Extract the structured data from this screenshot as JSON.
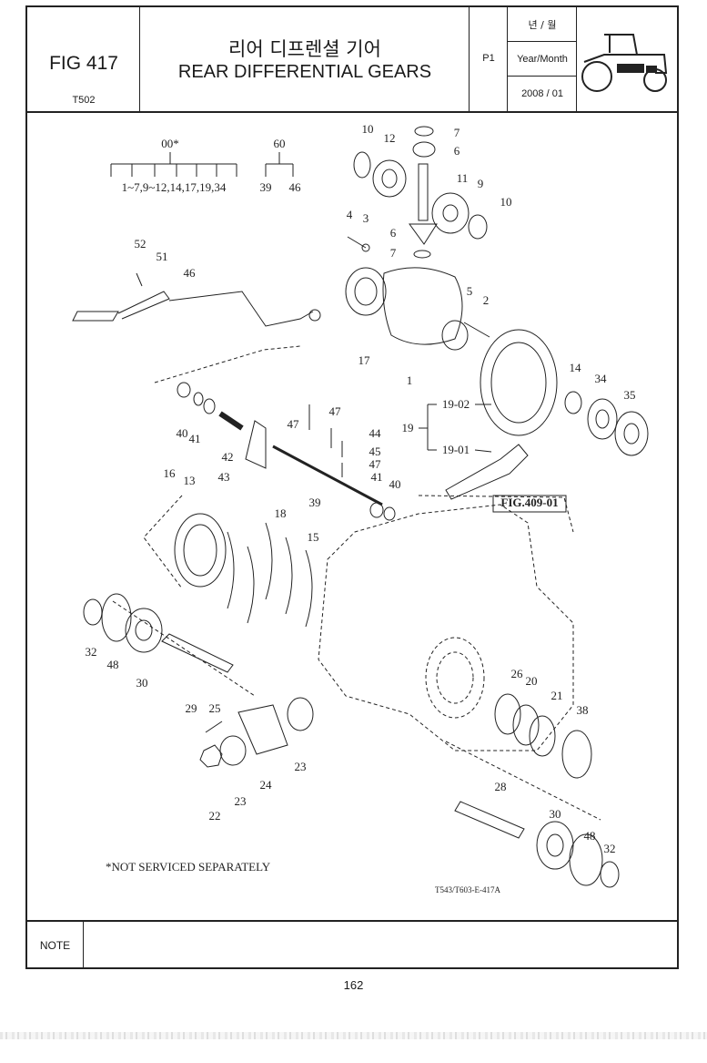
{
  "header": {
    "fig_label": "FIG 417",
    "model": "T502",
    "title_kr": "리어 디프렌셜 기어",
    "title_en": "REAR DIFFERENTIAL GEARS",
    "page_code": "P1",
    "year_month_kr": "년 / 월",
    "year_month_label": "Year/Month",
    "date": "2008 / 01"
  },
  "diagram": {
    "group_00": {
      "label": "00*",
      "range": "1~7,9~12,14,17,19,34"
    },
    "group_60": {
      "label": "60",
      "items": [
        "39",
        "46"
      ]
    },
    "group_19": {
      "label": "19",
      "sub1": "19-02",
      "sub2": "19-01"
    },
    "fig_ref": "FIG.409-01",
    "footnote": "*NOT SERVICED SEPARATELY",
    "drawing_code": "T543/T603-E-417A",
    "callouts": [
      {
        "id": "c-10a",
        "text": "10"
      },
      {
        "id": "c-12",
        "text": "12"
      },
      {
        "id": "c-7a",
        "text": "7"
      },
      {
        "id": "c-6a",
        "text": "6"
      },
      {
        "id": "c-11",
        "text": "11"
      },
      {
        "id": "c-9",
        "text": "9"
      },
      {
        "id": "c-10b",
        "text": "10"
      },
      {
        "id": "c-4",
        "text": "4"
      },
      {
        "id": "c-3",
        "text": "3"
      },
      {
        "id": "c-6b",
        "text": "6"
      },
      {
        "id": "c-7b",
        "text": "7"
      },
      {
        "id": "c-52",
        "text": "52"
      },
      {
        "id": "c-51",
        "text": "51"
      },
      {
        "id": "c-46",
        "text": "46"
      },
      {
        "id": "c-5",
        "text": "5"
      },
      {
        "id": "c-2",
        "text": "2"
      },
      {
        "id": "c-17",
        "text": "17"
      },
      {
        "id": "c-1",
        "text": "1"
      },
      {
        "id": "c-14",
        "text": "14"
      },
      {
        "id": "c-34",
        "text": "34"
      },
      {
        "id": "c-35",
        "text": "35"
      },
      {
        "id": "c-47a",
        "text": "47"
      },
      {
        "id": "c-47b",
        "text": "47"
      },
      {
        "id": "c-44",
        "text": "44"
      },
      {
        "id": "c-45",
        "text": "45"
      },
      {
        "id": "c-47c",
        "text": "47"
      },
      {
        "id": "c-41a",
        "text": "41"
      },
      {
        "id": "c-40a",
        "text": "40"
      },
      {
        "id": "c-40b",
        "text": "40"
      },
      {
        "id": "c-41b",
        "text": "41"
      },
      {
        "id": "c-42",
        "text": "42"
      },
      {
        "id": "c-43",
        "text": "43"
      },
      {
        "id": "c-39",
        "text": "39"
      },
      {
        "id": "c-16",
        "text": "16"
      },
      {
        "id": "c-13",
        "text": "13"
      },
      {
        "id": "c-18",
        "text": "18"
      },
      {
        "id": "c-15",
        "text": "15"
      },
      {
        "id": "c-32a",
        "text": "32"
      },
      {
        "id": "c-48a",
        "text": "48"
      },
      {
        "id": "c-30a",
        "text": "30"
      },
      {
        "id": "c-29",
        "text": "29"
      },
      {
        "id": "c-25",
        "text": "25"
      },
      {
        "id": "c-23a",
        "text": "23"
      },
      {
        "id": "c-24",
        "text": "24"
      },
      {
        "id": "c-23b",
        "text": "23"
      },
      {
        "id": "c-22",
        "text": "22"
      },
      {
        "id": "c-26",
        "text": "26"
      },
      {
        "id": "c-20",
        "text": "20"
      },
      {
        "id": "c-21",
        "text": "21"
      },
      {
        "id": "c-38",
        "text": "38"
      },
      {
        "id": "c-28",
        "text": "28"
      },
      {
        "id": "c-30b",
        "text": "30"
      },
      {
        "id": "c-48b",
        "text": "48"
      },
      {
        "id": "c-32b",
        "text": "32"
      }
    ]
  },
  "note": {
    "label": "NOTE"
  },
  "footer": {
    "page_number": "162"
  }
}
